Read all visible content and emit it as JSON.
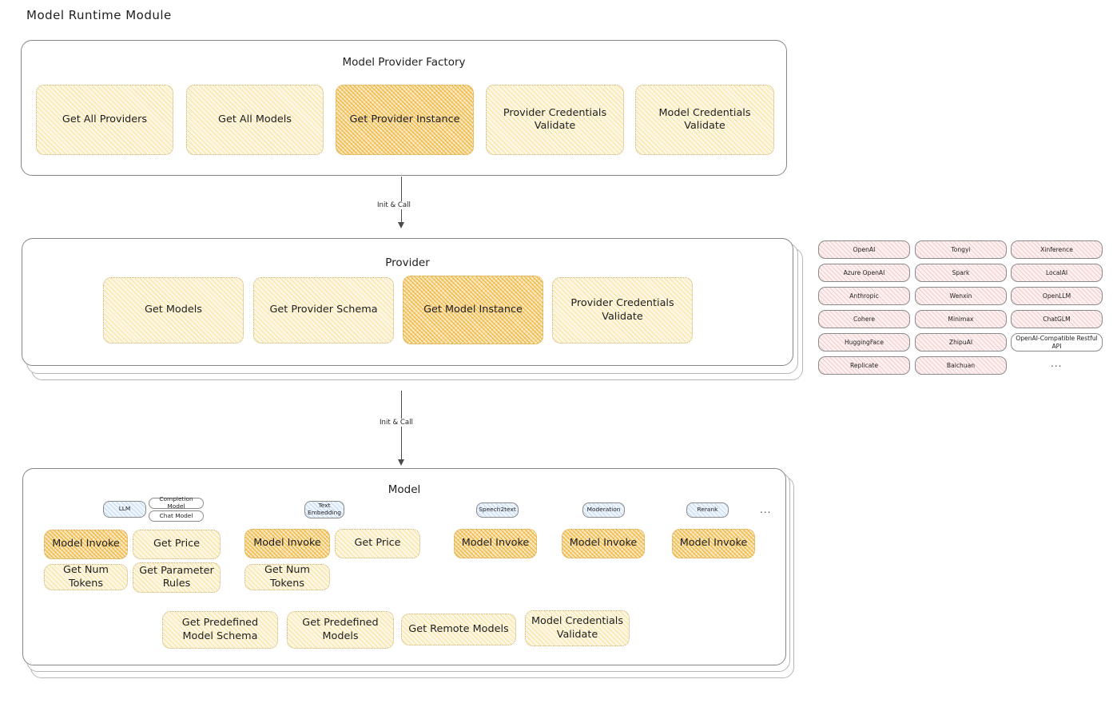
{
  "page": {
    "title": "Model Runtime Module"
  },
  "factory": {
    "title": "Model Provider Factory",
    "nodes": [
      {
        "label": "Get All Providers",
        "highlight": false
      },
      {
        "label": "Get All Models",
        "highlight": false
      },
      {
        "label": "Get Provider Instance",
        "highlight": true
      },
      {
        "label": "Provider Credentials Validate",
        "highlight": false
      },
      {
        "label": "Model Credentials Validate",
        "highlight": false
      }
    ]
  },
  "arrows": [
    {
      "label": "Init & Call"
    },
    {
      "label": "Init & Call"
    }
  ],
  "provider": {
    "title": "Provider",
    "nodes": [
      {
        "label": "Get Models",
        "highlight": false
      },
      {
        "label": "Get Provider Schema",
        "highlight": false
      },
      {
        "label": "Get Model Instance",
        "highlight": true
      },
      {
        "label": "Provider Credentials Validate",
        "highlight": false
      }
    ]
  },
  "provider_list": {
    "columns": [
      [
        "OpenAI",
        "Azure OpenAI",
        "Anthropic",
        "Cohere",
        "HuggingFace",
        "Replicate"
      ],
      [
        "Tongyi",
        "Spark",
        "Wenxin",
        "Minimax",
        "ZhipuAI",
        "Baichuan"
      ],
      [
        "Xinference",
        "LocalAI",
        "OpenLLM",
        "ChatGLM",
        "OpenAI-Compatible Restful API"
      ]
    ],
    "more": "..."
  },
  "model": {
    "title": "Model",
    "more": "...",
    "groups": [
      {
        "badge": "LLM",
        "sub_badges": [
          "Completion Model",
          "Chat Model"
        ],
        "nodes": [
          {
            "label": "Model Invoke",
            "highlight": true
          },
          {
            "label": "Get Price",
            "highlight": false
          },
          {
            "label": "Get Num Tokens",
            "highlight": false
          },
          {
            "label": "Get Parameter Rules",
            "highlight": false
          }
        ]
      },
      {
        "badge": "Text Embedding",
        "sub_badges": [],
        "nodes": [
          {
            "label": "Model Invoke",
            "highlight": true
          },
          {
            "label": "Get Price",
            "highlight": false
          },
          {
            "label": "Get Num Tokens",
            "highlight": false
          }
        ]
      },
      {
        "badge": "Speech2text",
        "sub_badges": [],
        "nodes": [
          {
            "label": "Model Invoke",
            "highlight": true
          }
        ]
      },
      {
        "badge": "Moderation",
        "sub_badges": [],
        "nodes": [
          {
            "label": "Model Invoke",
            "highlight": true
          }
        ]
      },
      {
        "badge": "Rerank",
        "sub_badges": [],
        "nodes": [
          {
            "label": "Model Invoke",
            "highlight": true
          }
        ]
      }
    ],
    "common_nodes": [
      {
        "label": "Get Predefined Model Schema"
      },
      {
        "label": "Get Predefined Models"
      },
      {
        "label": "Get Remote Models"
      },
      {
        "label": "Model Credentials Validate"
      }
    ]
  },
  "colors": {
    "highlight_fill": "#fbeac0",
    "normal_fill": "#fdf6e3",
    "provider_fill": "#fdf0f0",
    "badge_fill": "#eef5fd",
    "stroke": "#868686"
  }
}
